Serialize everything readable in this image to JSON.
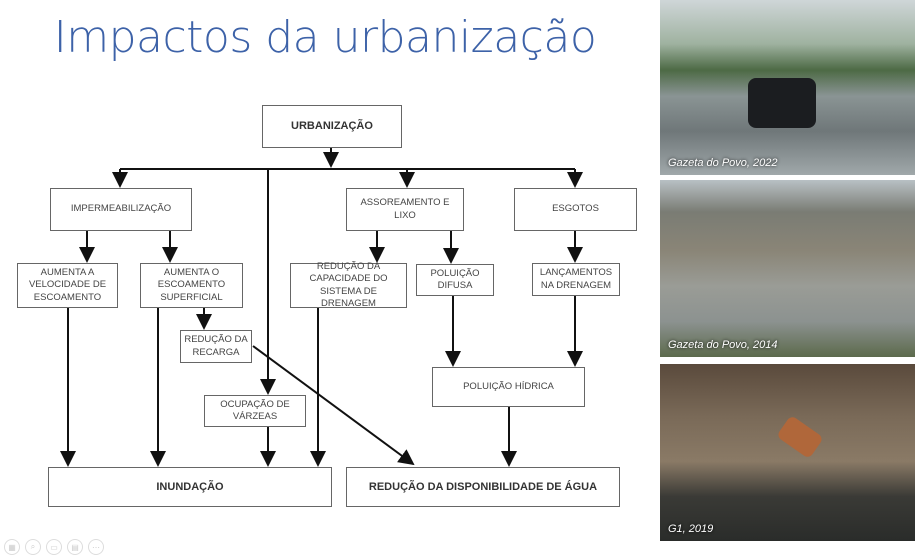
{
  "slide": {
    "title": "Impactos da urbanização"
  },
  "diagram": {
    "urbanizacao": "URBANIZAÇÃO",
    "impermeabilizacao": "IMPERMEABILIZAÇÃO",
    "assoreamento": "ASSOREAMENTO E LIXO",
    "esgotos": "ESGOTOS",
    "velocidade": "AUMENTA A VELOCIDADE DE ESCOAMENTO",
    "escoamento": "AUMENTA O ESCOAMENTO SUPERFICIAL",
    "capacidade": "REDUÇÃO DA CAPACIDADE DO SISTEMA DE DRENAGEM",
    "difusa": "POLUIÇÃO DIFUSA",
    "lancamentos": "LANÇAMENTOS NA DRENAGEM",
    "recarga": "REDUÇÃO DA RECARGA",
    "varzeas": "OCUPAÇÃO DE VÁRZEAS",
    "hidrica": "POLUIÇÃO HÍDRICA",
    "inundacao": "INUNDAÇÃO",
    "disponibilidade": "REDUÇÃO DA DISPONIBILIDADE DE ÁGUA"
  },
  "photos": [
    {
      "caption": "Gazeta do Povo, 2022"
    },
    {
      "caption": "Gazeta do Povo, 2014"
    },
    {
      "caption": "G1, 2019"
    }
  ],
  "toolbar": {
    "icons": [
      "slides-icon",
      "zoom-icon",
      "view-icon",
      "folder-icon",
      "more-icon"
    ]
  }
}
